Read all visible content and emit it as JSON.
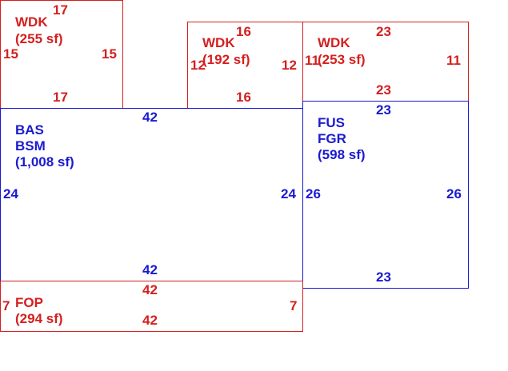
{
  "colors": {
    "wood_deck": "#d42020",
    "living": "#1a1ad0"
  },
  "areas": {
    "wdk_left": {
      "code": "WDK",
      "area": "(255 sf)",
      "top": "17",
      "bottom": "17",
      "left": "15",
      "right": "15"
    },
    "wdk_middle": {
      "code": "WDK",
      "area": "(192 sf)",
      "top": "16",
      "bottom": "16",
      "left": "12",
      "right": "12"
    },
    "wdk_right": {
      "code": "WDK",
      "area": "(253 sf)",
      "top": "23",
      "bottom": "23",
      "left": "11",
      "right": "11"
    },
    "bas_bsm": {
      "code1": "BAS",
      "code2": "BSM",
      "area": "(1,008 sf)",
      "top": "42",
      "bottom": "42",
      "left": "24",
      "right": "24"
    },
    "fus_fgr": {
      "code1": "FUS",
      "code2": "FGR",
      "area": "(598 sf)",
      "top": "23",
      "bottom": "23",
      "left": "26",
      "right": "26"
    },
    "fop": {
      "code": "FOP",
      "area": "(294 sf)",
      "top": "42",
      "bottom": "42",
      "left": "7",
      "right": "7"
    }
  }
}
